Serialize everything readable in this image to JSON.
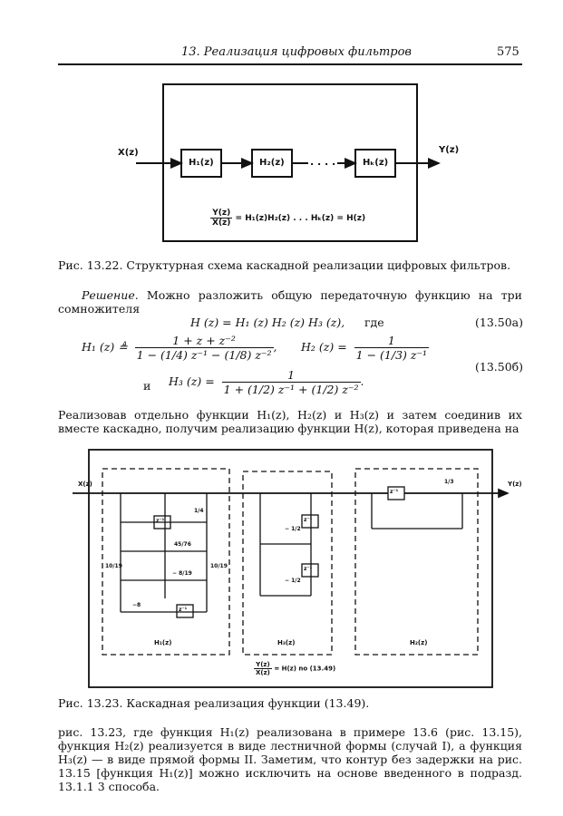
{
  "header": {
    "title": "13. Реализация цифровых фильтров",
    "page_number": "575"
  },
  "figure_1": {
    "input_label": "X(z)",
    "output_label": "Y(z)",
    "blocks": [
      "H₁(z)",
      "H₂(z)",
      "Hₖ(z)"
    ],
    "ellipsis": ". . . .",
    "formula_num": "Y(z)",
    "formula_den": "X(z)",
    "formula_rhs": "= H₁(z)H₂(z) . . . Hₖ(z) = H(z)",
    "caption": "Рис. 13.22. Структурная схема каскадной реализации цифровых фильтров."
  },
  "solution": {
    "intro_label": "Решение.",
    "intro_text": "Можно разложить общую передаточную функцию на три сомножителя",
    "eq_a_text": "H (z) = H₁ (z) H₂ (z) H₃ (z),",
    "eq_a_where": "где",
    "eq_a_number": "(13.50a)",
    "eq_h1_lhs": "H₁ (z) ≜",
    "eq_h1_num": "1 + z + z⁻²",
    "eq_h1_den": "1 − (1/4) z⁻¹ − (1/8) z⁻²",
    "eq_h2_lhs": "H₂ (z) =",
    "eq_h2_num": "1",
    "eq_h2_den": "1 − (1/3) z⁻¹",
    "eq_and": "и",
    "eq_h3_lhs": "H₃ (z) =",
    "eq_h3_num": "1",
    "eq_h3_den": "1 + (1/2) z⁻¹ + (1/2) z⁻²",
    "eq_b_number": "(13.50б)"
  },
  "paragraph_1": "Реализовав отдельно функции H₁(z), H₂(z) и H₃(z) и затем соединив их вместе каскадно, получим реализацию функции H(z), которая приведена на",
  "figure_2": {
    "input_label": "X(z)",
    "output_label": "Y(z)",
    "delay": "z⁻¹",
    "coef_h1": [
      "1/4",
      "45/76",
      "− 8/19",
      "10/19",
      "10/19",
      "−8"
    ],
    "coef_h3": [
      "− 1/2",
      "− 1/2"
    ],
    "coef_h2": [
      "1/3"
    ],
    "section_labels": [
      "H₁(z)",
      "H₃(z)",
      "H₂(z)"
    ],
    "formula_num": "Y(z)",
    "formula_den": "X(z)",
    "formula_rhs": "= H(z) no (13.49)",
    "caption": "Рис. 13.23. Каскадная реализация функции (13.49)."
  },
  "paragraph_2": "рис. 13.23, где функция H₁(z) реализована в примере 13.6 (рис. 13.15), функция H₂(z) реализуется в виде лестничной формы (случай I), а функция H₃(z) — в виде прямой формы II. Заметим, что контур без задержки на рис. 13.15 [функция H₁(z)] можно исключить на основе введенного в подразд. 13.1.1 3 способа."
}
